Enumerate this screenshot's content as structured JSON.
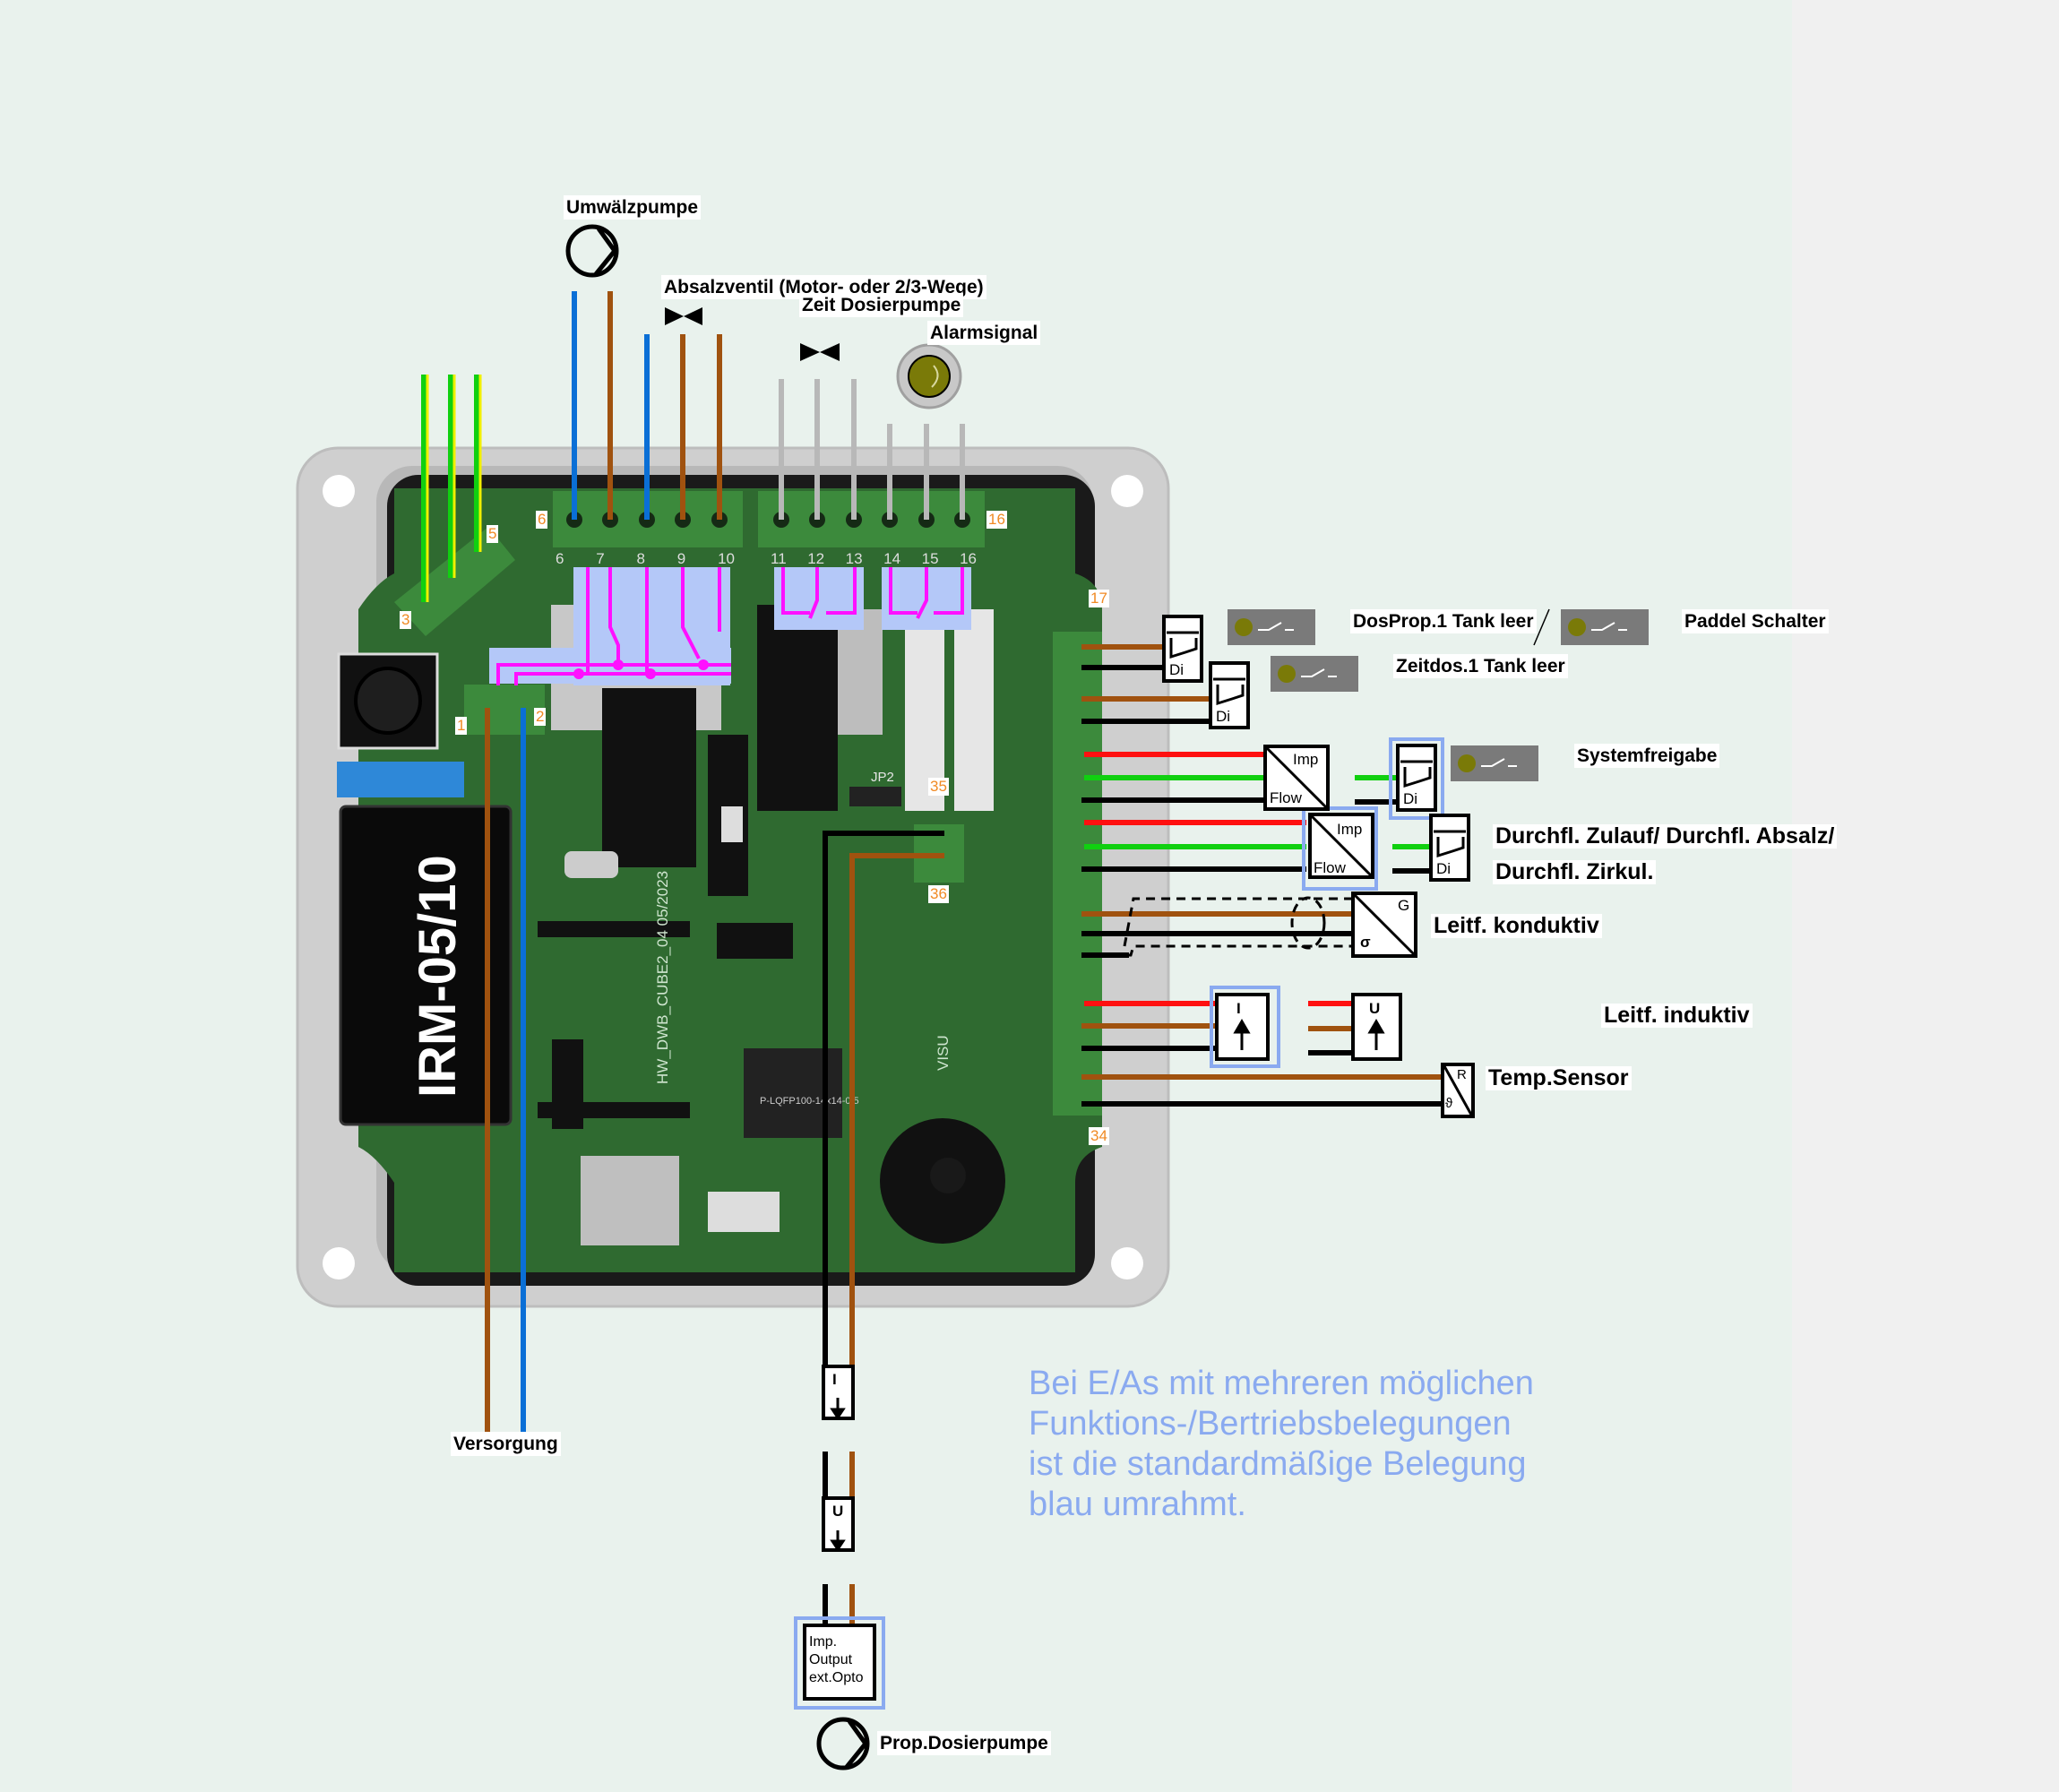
{
  "device": {
    "model_label": "IRM-05/10",
    "pcb_label": "HW_DWB_CUBE2_04  05/2023",
    "chip_label": "P-LQFP100-14x14-0.5",
    "header_label": "JP2",
    "visu_label": "VISU"
  },
  "terminals": {
    "pin_labels": [
      "1",
      "2",
      "3",
      "5",
      "6",
      "16",
      "17",
      "34",
      "35",
      "36"
    ],
    "top_left_numbers": [
      "6",
      "7",
      "8",
      "9",
      "10"
    ],
    "top_right_numbers": [
      "11",
      "12",
      "13",
      "14",
      "15",
      "16"
    ]
  },
  "labels": {
    "umwaelzpumpe": "Umwälzpumpe",
    "absalzventil": "Absalzventil (Motor- oder 2/3-Wege)",
    "zeit_dosierpumpe": "Zeit Dosierpumpe",
    "alarmsignal": "Alarmsignal",
    "dosprop_tank": "DosProp.1 Tank leer",
    "paddel": "Paddel Schalter",
    "zeitdos_tank": "Zeitdos.1 Tank leer",
    "systemfreigabe": "Systemfreigabe",
    "durchfl_line1": "Durchfl. Zulauf/  Durchfl. Absalz/",
    "durchfl_line2": "Durchfl. Zirkul.",
    "leitf_konduktiv": "Leitf. konduktiv",
    "leitf_induktiv": "Leitf. induktiv",
    "temp_sensor": "Temp.Sensor",
    "versorgung": "Versorgung",
    "prop_dosierpumpe": "Prop.Dosierpumpe"
  },
  "symbols": {
    "di": "Di",
    "imp": "Imp",
    "flow": "Flow",
    "g": "G",
    "sigma": "σ",
    "i": "I",
    "u": "U",
    "r": "R",
    "theta": "ϑ",
    "imp_output": [
      "Imp.",
      "Output",
      "ext.Opto"
    ]
  },
  "note": {
    "lines": [
      "Bei E/As mit mehreren möglichen",
      "Funktions-/Bertriebsbelegungen",
      "ist die standardmäßige Belegung",
      "blau umrahmt."
    ]
  },
  "colors": {
    "wire_blue": "#0a6fd6",
    "wire_brown": "#a0520f",
    "wire_red": "#ff1010",
    "wire_green": "#10d010",
    "wire_grey": "#b8b8b8",
    "pe_yellow": "#f0f000",
    "pcb_green": "#2f6a30",
    "highlight_blue": "#8aaaf0",
    "relay_magenta": "#ff10ff",
    "note_blue": "#8aaaf0"
  }
}
